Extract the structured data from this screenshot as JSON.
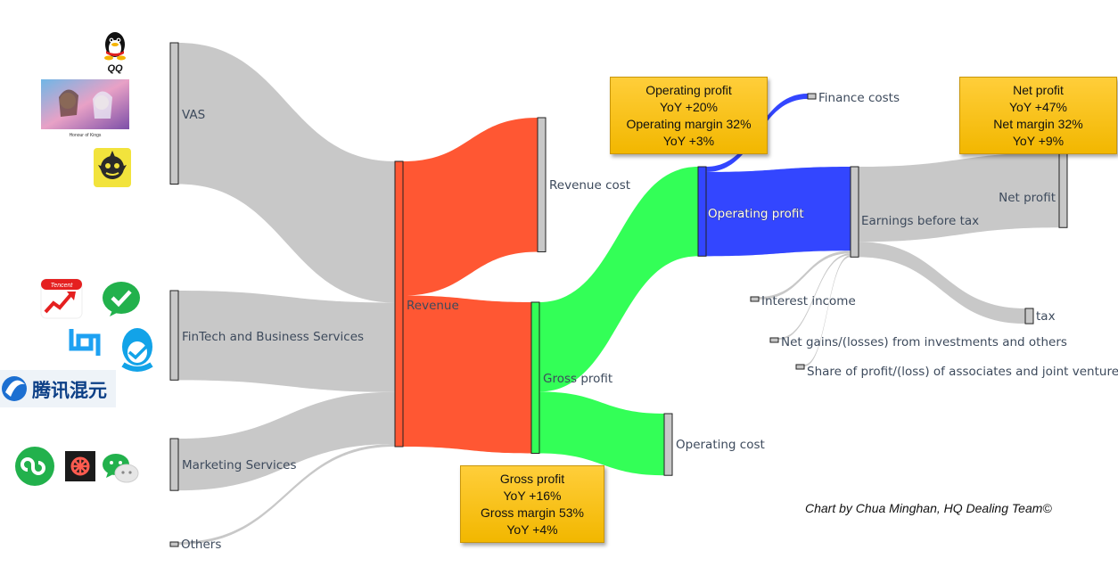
{
  "chart_data": {
    "type": "sankey",
    "nodes": [
      {
        "id": "vas",
        "label": "VAS"
      },
      {
        "id": "fintech",
        "label": "FinTech and Business Services"
      },
      {
        "id": "marketing",
        "label": "Marketing Services"
      },
      {
        "id": "others",
        "label": "Others"
      },
      {
        "id": "revenue",
        "label": "Revenue"
      },
      {
        "id": "revenue_cost",
        "label": "Revenue cost"
      },
      {
        "id": "gross_profit",
        "label": "Gross profit"
      },
      {
        "id": "operating_cost",
        "label": "Operating cost"
      },
      {
        "id": "operating_profit",
        "label": "Operating profit"
      },
      {
        "id": "finance_costs",
        "label": "Finance costs"
      },
      {
        "id": "ebt",
        "label": "Earnings before tax"
      },
      {
        "id": "interest_income",
        "label": "Interest income"
      },
      {
        "id": "net_gains",
        "label": "Net gains/(losses) from investments and others"
      },
      {
        "id": "share_profit",
        "label": "Share of profit/(loss) of associates and joint ventures, net"
      },
      {
        "id": "net_profit",
        "label": "Net profit"
      },
      {
        "id": "tax",
        "label": "tax"
      }
    ],
    "links": [
      {
        "source": "vas",
        "target": "revenue",
        "value": 79
      },
      {
        "source": "fintech",
        "target": "revenue",
        "value": 50
      },
      {
        "source": "marketing",
        "target": "revenue",
        "value": 29
      },
      {
        "source": "others",
        "target": "revenue",
        "value": 1.5
      },
      {
        "source": "revenue",
        "target": "revenue_cost",
        "value": 75
      },
      {
        "source": "revenue",
        "target": "gross_profit",
        "value": 84.5
      },
      {
        "source": "gross_profit",
        "target": "operating_profit",
        "value": 50
      },
      {
        "source": "gross_profit",
        "target": "operating_cost",
        "value": 34.5
      },
      {
        "source": "operating_profit",
        "target": "finance_costs",
        "value": 3
      },
      {
        "source": "operating_profit",
        "target": "ebt",
        "value": 47
      },
      {
        "source": "interest_income",
        "target": "ebt",
        "value": 1.5
      },
      {
        "source": "net_gains",
        "target": "ebt",
        "value": 1
      },
      {
        "source": "share_profit",
        "target": "ebt",
        "value": 1
      },
      {
        "source": "ebt",
        "target": "net_profit",
        "value": 42
      },
      {
        "source": "ebt",
        "target": "tax",
        "value": 8.5
      }
    ],
    "colors": {
      "revenue": "#ff5733",
      "gross_profit": "#33ff57",
      "operating_profit": "#3346ff",
      "finance_link": "#3346ff",
      "default_link": "#c8c8c8",
      "default_node": "#c8c8c8"
    },
    "callouts": [
      {
        "id": "operating",
        "lines": [
          "Operating profit",
          "YoY +20%",
          "Operating margin 32%",
          "YoY +3%"
        ]
      },
      {
        "id": "net",
        "lines": [
          "Net profit",
          "YoY +47%",
          "Net margin 32%",
          "YoY +9%"
        ]
      },
      {
        "id": "gross",
        "lines": [
          "Gross profit",
          "YoY +16%",
          "Gross margin 53%",
          "YoY +4%"
        ]
      }
    ],
    "credit": "Chart by Chua Minghan, HQ Dealing Team©"
  },
  "logos": {
    "qq_label": "QQ",
    "honour_label": "Honour of Kings",
    "tencent_label": "Tencent",
    "hunyuan_label": "腾讯混元",
    "icons": [
      "qq-penguin-icon",
      "honour-of-kings-icon",
      "game-icon",
      "tencent-stock-icon",
      "wechat-pay-icon",
      "tencent-cloud-icon",
      "qq-icon",
      "hunyuan-icon",
      "mini-program-icon",
      "video-channel-icon",
      "wechat-icon"
    ]
  }
}
